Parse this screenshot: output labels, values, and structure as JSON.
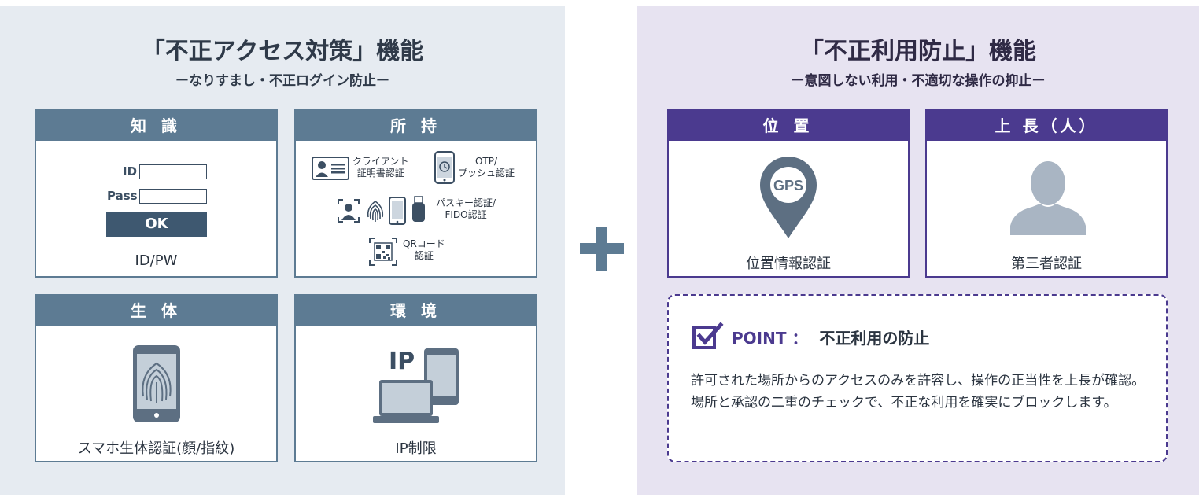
{
  "left": {
    "title": "「不正アクセス対策」機能",
    "subtitle": "ーなりすまし・不正ログイン防止ー",
    "knowledge": {
      "header": "知 識",
      "id_label": "ID",
      "pass_label": "Pass",
      "ok_label": "OK",
      "caption": "ID/PW"
    },
    "possession": {
      "header": "所 持",
      "client_cert": "クライアント\n証明書認証",
      "otp": "OTP/\nプッシュ認証",
      "passkey": "パスキー認証/\nFIDO認証",
      "qr": "QRコード\n認証"
    },
    "biometric": {
      "header": "生 体",
      "caption": "スマホ生体認証(顔/指紋)"
    },
    "environment": {
      "header": "環 境",
      "ip_text": "IP",
      "caption": "IP制限"
    }
  },
  "right": {
    "title": "「不正利用防止」機能",
    "subtitle": "ー意図しない利用・不適切な操作の抑止ー",
    "location": {
      "header": "位 置",
      "gps_text": "GPS",
      "caption": "位置情報認証"
    },
    "superior": {
      "header": "上 長（人）",
      "caption": "第三者認証"
    },
    "point": {
      "label": "POINT ：",
      "title": "不正利用の防止",
      "body": "許可された場所からのアクセスのみを許容し、操作の正当性を上長が確認。場所と承認の二重のチェックで、不正な利用を確実にブロックします。"
    }
  },
  "colors": {
    "slate": "#5d7b93",
    "purple": "#4b3a8f",
    "plus": "#5d7b93"
  }
}
